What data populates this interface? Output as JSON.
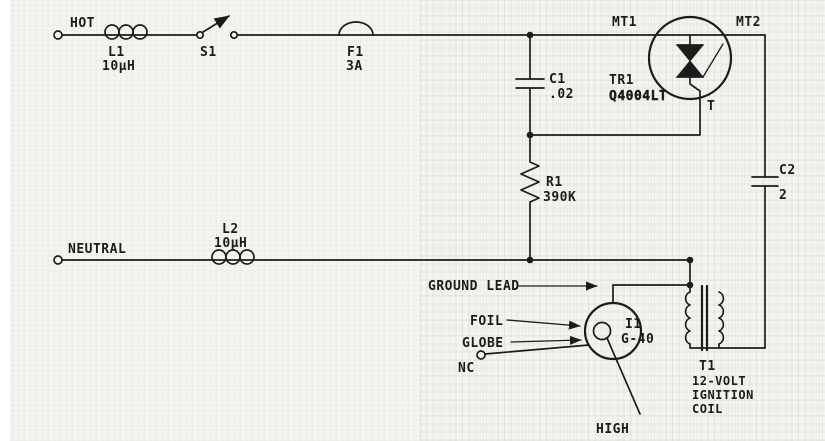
{
  "schematic": {
    "rails": {
      "hot": "HOT",
      "neutral": "NEUTRAL"
    },
    "components": {
      "l1": {
        "ref": "L1",
        "value": "10µH"
      },
      "s1": {
        "ref": "S1"
      },
      "f1": {
        "ref": "F1",
        "value": "3A"
      },
      "c1": {
        "ref": "C1",
        "value": ".02"
      },
      "tr1": {
        "ref": "TR1",
        "part": "Q4004LT",
        "terminals": {
          "mt1": "MT1",
          "mt2": "MT2",
          "gate": "T"
        }
      },
      "r1": {
        "ref": "R1",
        "value": "390K"
      },
      "c2": {
        "ref": "C2",
        "value": "2"
      },
      "l2": {
        "ref": "L2",
        "value": "10µH"
      },
      "t1": {
        "ref": "T1",
        "desc": [
          "12-VOLT",
          "IGNITION",
          "COIL"
        ]
      },
      "i1": {
        "ref": "I1",
        "value": "G-40"
      }
    },
    "annotations": {
      "ground_lead": "GROUND LEAD",
      "foil": "FOIL",
      "globe": "GLOBE",
      "nc": "NC",
      "high": "HIGH"
    },
    "colors": {
      "ink": "#1c1c1c",
      "paper": "#f5f4ef"
    }
  }
}
